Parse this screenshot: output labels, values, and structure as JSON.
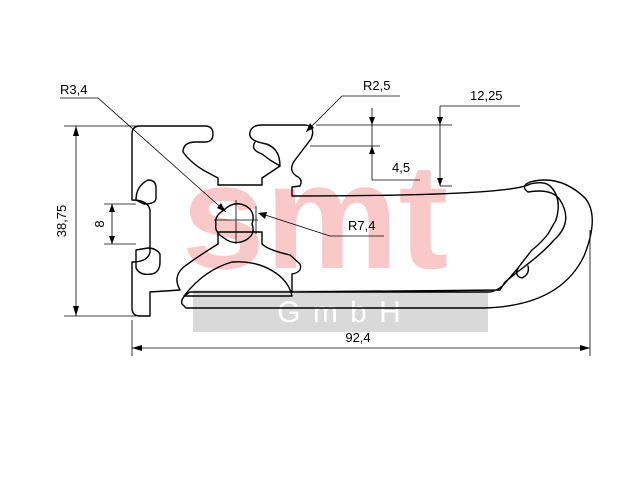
{
  "watermark": {
    "logo_text": "smt",
    "sub_text": "G m b H",
    "logo_color": "#f9c9c9",
    "band_color": "#d9d9d9"
  },
  "dimensions": {
    "r3_4": "R3,4",
    "r2_5": "R2,5",
    "d12_25": "12,25",
    "d4_5": "4,5",
    "r7_4": "R7,4",
    "d8": "8",
    "d38_75": "38,75",
    "d92_4": "92,4"
  }
}
